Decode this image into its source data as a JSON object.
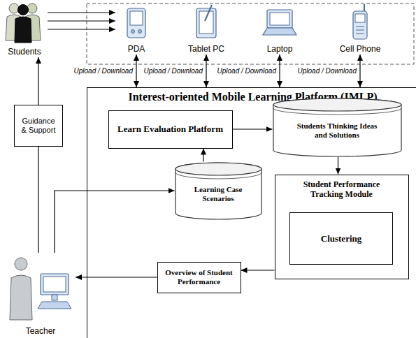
{
  "diagram": {
    "nodes": [
      {
        "text": [
          "Students"
        ]
      },
      {
        "text": [
          "PDA"
        ]
      },
      {
        "text": [
          "Tablet PC"
        ]
      },
      {
        "text": [
          "Laptop"
        ]
      },
      {
        "text": [
          "Cell Phone"
        ]
      },
      {
        "text": [
          "Interest-oriented Mobile Learning Platform (IMLP)"
        ]
      },
      {
        "text": [
          "Learn Evaluation Platform"
        ],
        "in": 5
      },
      {
        "text": [
          "Students Thinking Ideas and Solutions"
        ],
        "in": 5
      },
      {
        "text": [
          "Student Performance Tracking Module"
        ],
        "in": 5
      },
      {
        "text": [
          "Clustering"
        ],
        "in": 8
      },
      {
        "text": [
          "Learning Case Scenarios"
        ],
        "in": 5
      },
      {
        "text": [
          "Overview of Student Performance"
        ],
        "in": 5
      },
      {
        "text": [
          "Guidance & Support"
        ]
      },
      {
        "text": [
          "Teacher"
        ]
      }
    ],
    "edges": [
      {
        "from": 0,
        "to": 1,
        "arrow": "to"
      },
      {
        "from": 0,
        "to": 1,
        "arrow": "to"
      },
      {
        "from": 0,
        "to": 1,
        "arrow": "to"
      },
      {
        "from": 1,
        "to": 5,
        "label": "Upload / Download",
        "arrow": "both"
      },
      {
        "from": 2,
        "to": 5,
        "label": "Upload / Download",
        "arrow": "both"
      },
      {
        "from": 3,
        "to": 5,
        "label": "Upload / Download",
        "arrow": "both"
      },
      {
        "from": 4,
        "to": 5,
        "label": "Upload / Download",
        "arrow": "both"
      },
      {
        "from": 6,
        "to": 7,
        "arrow": "to"
      },
      {
        "from": 10,
        "to": 6,
        "arrow": "to"
      },
      {
        "from": 7,
        "to": 8,
        "arrow": "to"
      },
      {
        "from": 8,
        "to": 11,
        "arrow": "to"
      },
      {
        "from": 11,
        "to": 13,
        "arrow": "to"
      },
      {
        "from": 13,
        "to": 10,
        "arrow": "to"
      },
      {
        "from": 13,
        "to": 12,
        "arrow": "none"
      },
      {
        "from": 12,
        "to": 0,
        "arrow": "to"
      }
    ]
  }
}
